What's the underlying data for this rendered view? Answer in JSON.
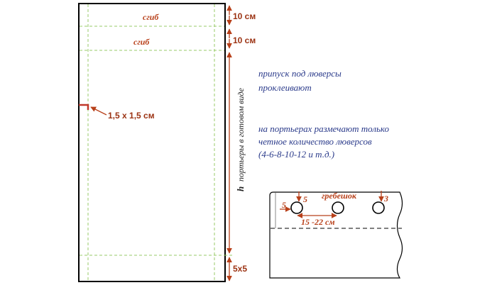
{
  "panel": {
    "fold_label_1": "сгиб",
    "fold_label_2": "сгиб",
    "dim_top_1": "10 см",
    "dim_top_2": "10 см",
    "dim_bottom": "5x5",
    "corner_mark": "1,5 x 1,5 см",
    "height_prefix": "h",
    "height_text": "портьеры в готовом виде"
  },
  "notes": {
    "line_1": "припуск под люверсы",
    "line_2": "проклеивают",
    "line_3": "на портьерах размечают только",
    "line_4": "четное количество люверсов",
    "line_5": "(4-6-8-10-12 и т.д.)"
  },
  "detail": {
    "title": "гребешок",
    "dim_left": "5",
    "dim_top": "5",
    "dim_right": "3",
    "spacing": "15 -22 см"
  },
  "colors": {
    "border": "#000000",
    "fold_line": "#9acb6a",
    "accent": "#b8401a",
    "note_text": "#2a3a8a"
  }
}
